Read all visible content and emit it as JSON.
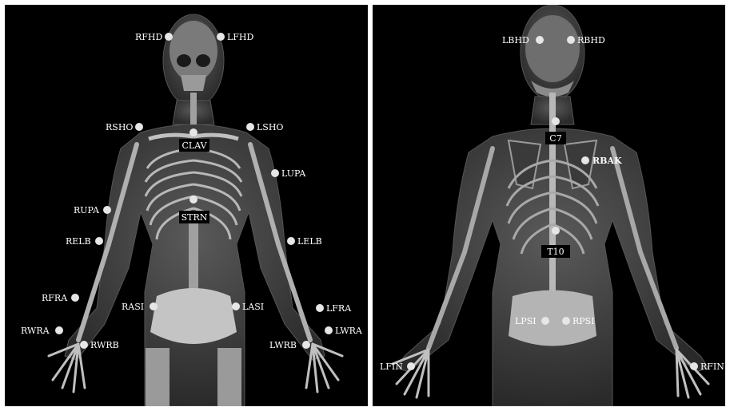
{
  "front_view": {
    "markers": [
      {
        "id": "rfhd",
        "label": "RFHD"
      },
      {
        "id": "lfhd",
        "label": "LFHD"
      },
      {
        "id": "rsho",
        "label": "RSHO"
      },
      {
        "id": "lsho",
        "label": "LSHO"
      },
      {
        "id": "clav",
        "label": "CLAV"
      },
      {
        "id": "lupa",
        "label": "LUPA"
      },
      {
        "id": "strn",
        "label": "STRN"
      },
      {
        "id": "rupa",
        "label": "RUPA"
      },
      {
        "id": "relb",
        "label": "RELB"
      },
      {
        "id": "lelb",
        "label": "LELB"
      },
      {
        "id": "rfra",
        "label": "RFRA"
      },
      {
        "id": "rasi",
        "label": "RASI"
      },
      {
        "id": "lasi",
        "label": "LASI"
      },
      {
        "id": "lfra",
        "label": "LFRA"
      },
      {
        "id": "rwra",
        "label": "RWRA"
      },
      {
        "id": "lwra",
        "label": "LWRA"
      },
      {
        "id": "rwrb",
        "label": "RWRB"
      },
      {
        "id": "lwrb",
        "label": "LWRB"
      }
    ]
  },
  "back_view": {
    "markers": [
      {
        "id": "lbhd",
        "label": "LBHD"
      },
      {
        "id": "rbhd",
        "label": "RBHD"
      },
      {
        "id": "c7",
        "label": "C7"
      },
      {
        "id": "rbak",
        "label": "RBAK"
      },
      {
        "id": "t10",
        "label": "T10"
      },
      {
        "id": "lpsi",
        "label": "LPSI"
      },
      {
        "id": "rpsi",
        "label": "RPSI"
      },
      {
        "id": "lfin",
        "label": "LFIN"
      },
      {
        "id": "rfin",
        "label": "RFIN"
      }
    ]
  }
}
